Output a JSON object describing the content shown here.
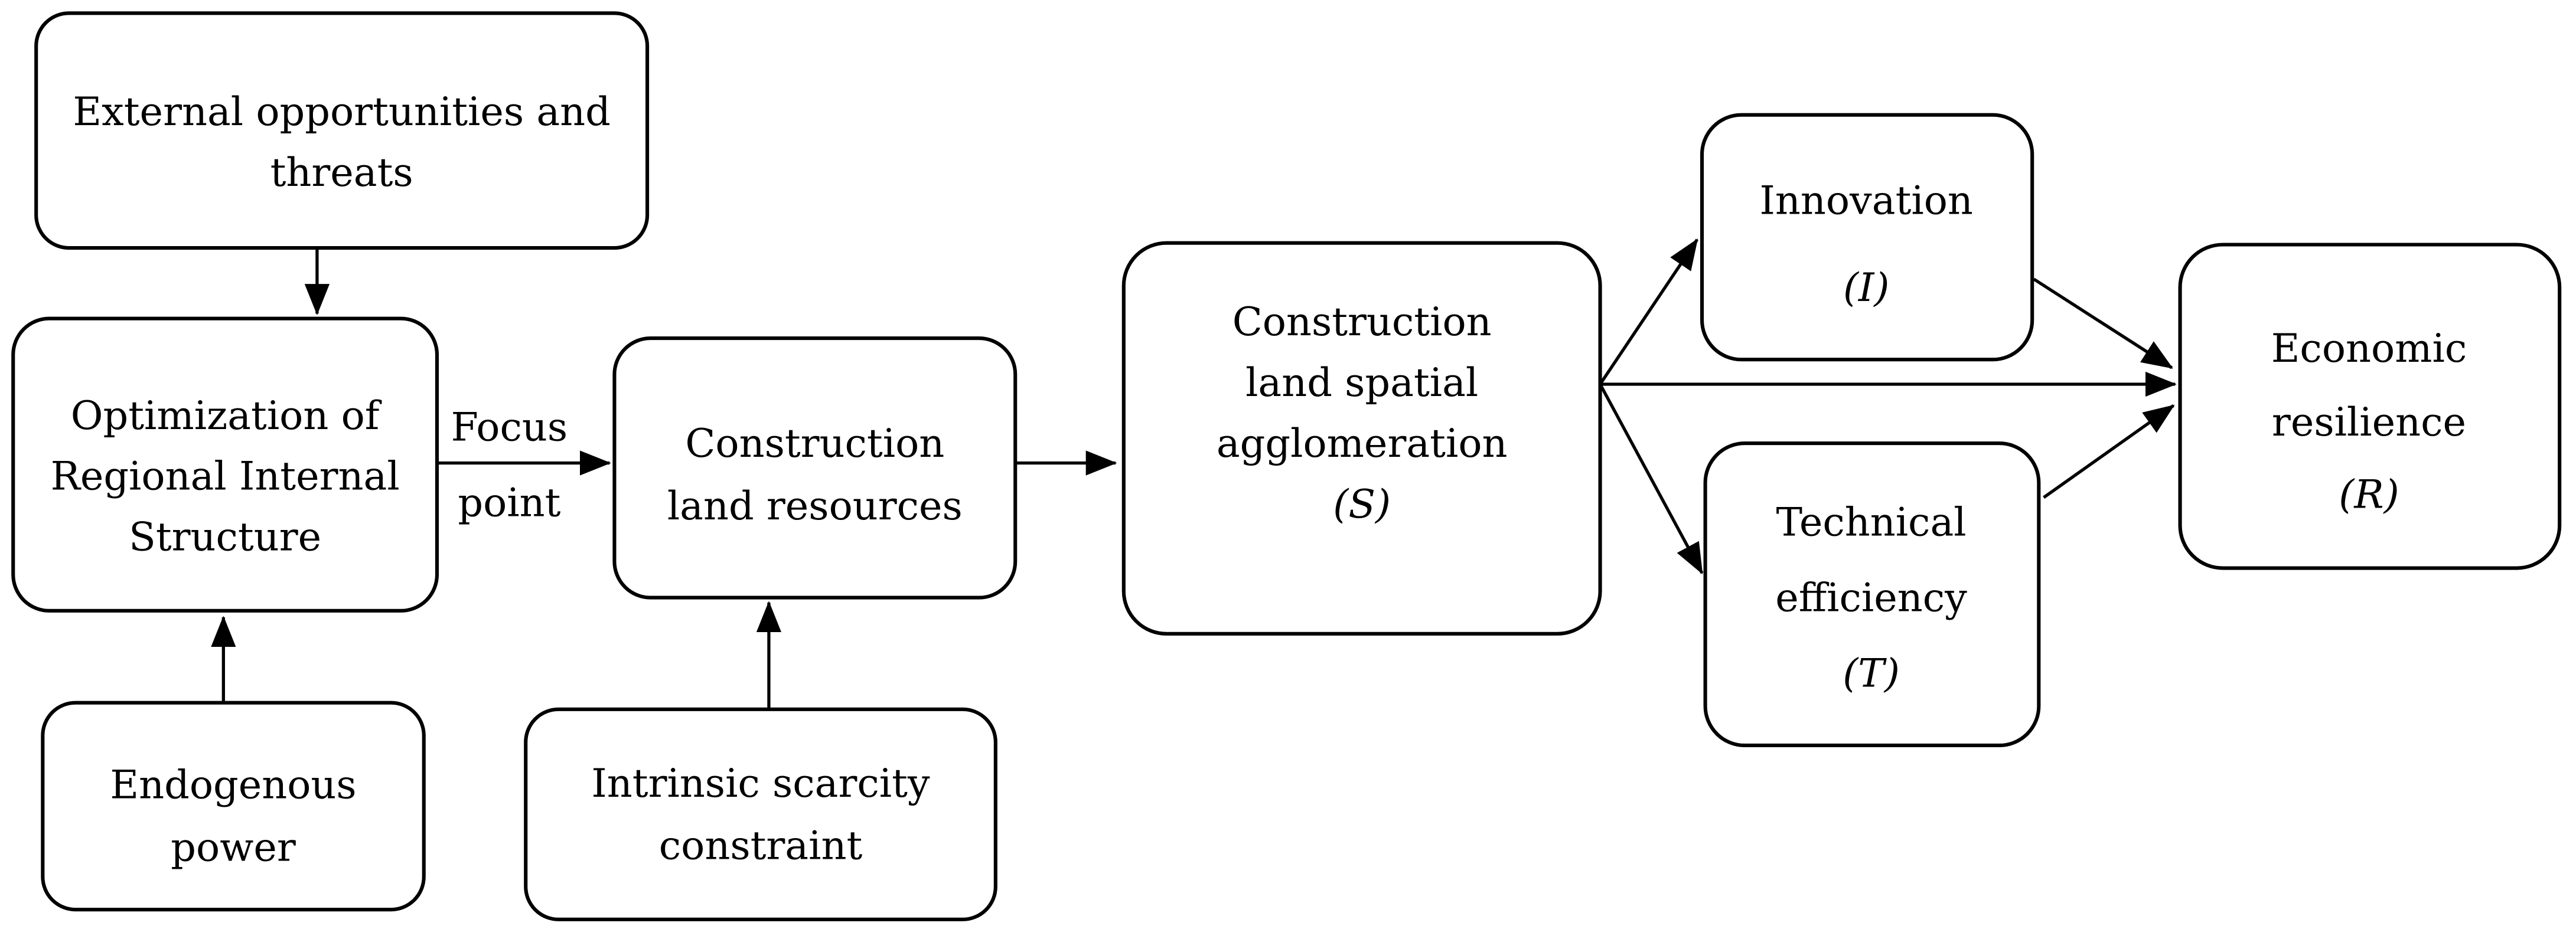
{
  "canvas": {
    "background": "#ffffff",
    "line_color": "#000000",
    "text_color": "#000000"
  },
  "nodes": {
    "external_opportunities": {
      "lines": [
        "External opportunities and",
        "threats"
      ]
    },
    "optimization": {
      "lines": [
        "Optimization of",
        "Regional Internal",
        "Structure"
      ]
    },
    "endogenous_power": {
      "lines": [
        "Endogenous",
        "power"
      ]
    },
    "construction_land_resources": {
      "lines": [
        "Construction",
        "land resources"
      ]
    },
    "intrinsic_scarcity": {
      "lines": [
        "Intrinsic scarcity",
        "constraint"
      ]
    },
    "agglomeration": {
      "lines": [
        "Construction",
        "land spatial",
        "agglomeration",
        "(S)"
      ]
    },
    "innovation": {
      "lines": [
        "Innovation",
        "(I)"
      ]
    },
    "technical_efficiency": {
      "lines": [
        "Technical",
        "efficiency",
        "(T)"
      ]
    },
    "economic_resilience": {
      "lines": [
        "Economic",
        "resilience",
        "(R)"
      ]
    }
  },
  "edge_labels": {
    "focus_point": {
      "lines": [
        "Focus",
        "point"
      ]
    }
  },
  "edges": [
    {
      "from": "external_opportunities",
      "to": "optimization"
    },
    {
      "from": "endogenous_power",
      "to": "optimization"
    },
    {
      "from": "optimization",
      "to": "construction_land_resources",
      "label": "Focus point"
    },
    {
      "from": "intrinsic_scarcity",
      "to": "construction_land_resources"
    },
    {
      "from": "construction_land_resources",
      "to": "agglomeration"
    },
    {
      "from": "agglomeration",
      "to": "innovation"
    },
    {
      "from": "agglomeration",
      "to": "economic_resilience"
    },
    {
      "from": "agglomeration",
      "to": "technical_efficiency"
    },
    {
      "from": "innovation",
      "to": "economic_resilience"
    },
    {
      "from": "technical_efficiency",
      "to": "economic_resilience"
    }
  ]
}
